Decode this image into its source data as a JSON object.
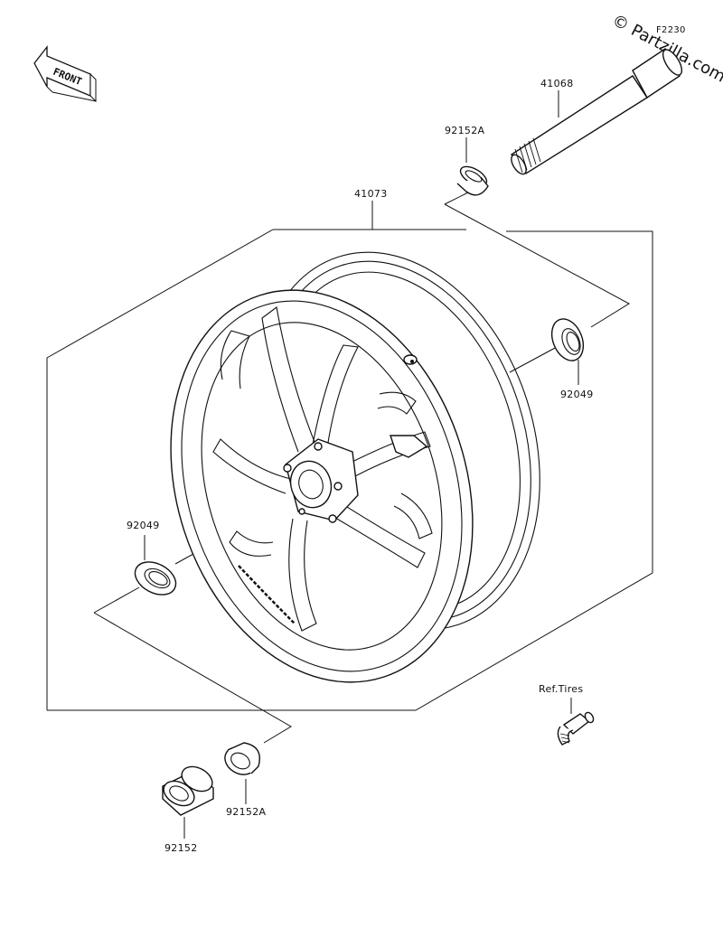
{
  "figure_code": "F2230",
  "watermark": "© Partzilla.com",
  "front_label": "FRONT",
  "ref_label": "Ref.Tires",
  "parts": {
    "axle": "41068",
    "collar_top": "92152A",
    "wheel": "41073",
    "seal_right": "92049",
    "seal_left": "92049",
    "collar_bottom": "92152A",
    "spacer": "92152"
  }
}
